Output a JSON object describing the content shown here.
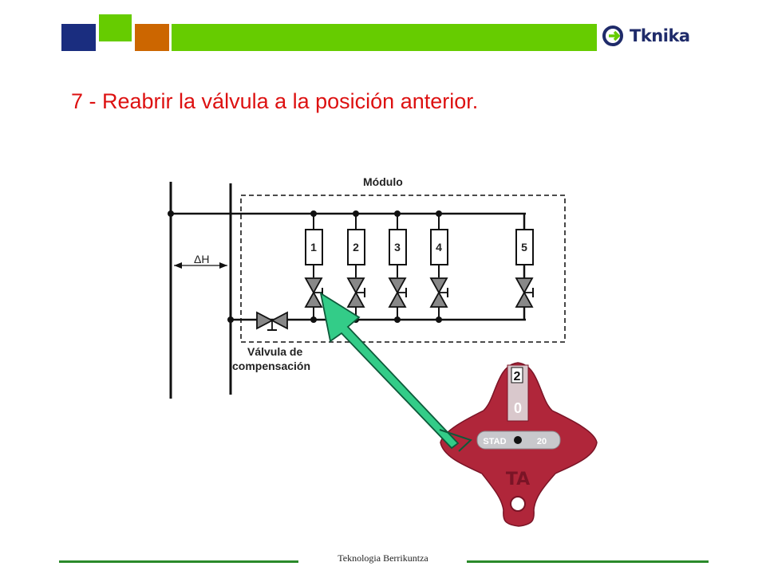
{
  "header": {
    "logo_text": "Tknika",
    "colors": {
      "blue": "#1a2d7f",
      "green": "#66cc00",
      "orange": "#cc6600"
    }
  },
  "slide": {
    "title": "7 - Reabrir la válvula a la posición anterior."
  },
  "diagram": {
    "module_label": "Módulo",
    "delta_label": "ΔH",
    "valve_label_line1": "Válvula de",
    "valve_label_line2": "compensación",
    "circuits": [
      "1",
      "2",
      "3",
      "4",
      "5"
    ]
  },
  "handwheel": {
    "counter_top": "2",
    "counter_bottom": "0",
    "brand_left": "STAD",
    "brand_right": "20",
    "logo": "TA",
    "color": "#b0263a"
  },
  "footer": {
    "text": "Teknologia Berrikuntza"
  }
}
